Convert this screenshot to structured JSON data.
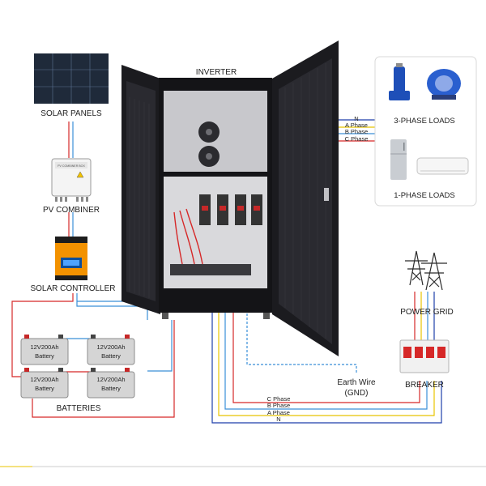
{
  "labels": {
    "inverter": "INVERTER",
    "solar_panels": "SOLAR PANELS",
    "pv_combiner": "PV COMBINER",
    "pv_box_text": "PV COMBINER BOX",
    "solar_controller": "SOLAR CONTROLLER",
    "batteries": "BATTERIES",
    "three_phase_loads": "3-PHASE LOADS",
    "one_phase_loads": "1-PHASE LOADS",
    "power_grid": "POWER GRID",
    "breaker": "BREAKER",
    "earth_wire_line1": "Earth Wire",
    "earth_wire_line2": "(GND)"
  },
  "battery": {
    "capacity": "12V200Ah",
    "type": "Battery"
  },
  "wires_top": {
    "n": "N",
    "a": "A Phase",
    "b": "B Phase",
    "c": "C Phase"
  },
  "wires_bottom": {
    "c": "C Phase",
    "b": "B Phase",
    "a": "A Phase",
    "n": "N"
  },
  "colors": {
    "phase_a": "#e8c400",
    "phase_b": "#3a8fd8",
    "phase_c": "#d62828",
    "neutral": "#1e3faa",
    "dc_positive": "#d62828",
    "dc_negative": "#3a8fd8",
    "cabinet": "#1b1b1f",
    "controller_orange": "#f39200"
  }
}
